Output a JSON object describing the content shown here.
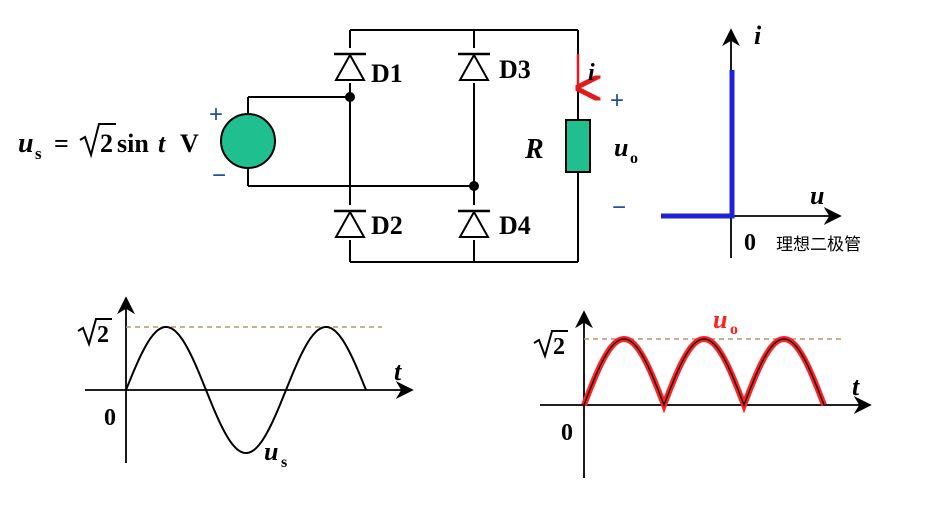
{
  "circuit": {
    "source_eq_lhs": "u",
    "source_eq_sub": "s",
    "source_eq_rhs_a": "=",
    "source_eq_sqrt": "2",
    "source_eq_rhs_b": "sin",
    "source_eq_var": "t",
    "source_eq_unit": "V",
    "source_plus": "+",
    "source_minus": "−",
    "diodes": [
      "D1",
      "D3",
      "D2",
      "D4"
    ],
    "resistor_label": "R",
    "current_label": "i",
    "output_label": "u",
    "output_sub": "o",
    "output_plus": "+",
    "output_minus": "−",
    "colors": {
      "source_fill": "#1fbf8f",
      "resistor_fill": "#1fbf8f",
      "arrow": "#e31a1c",
      "accent_text": "#1f4e9a"
    }
  },
  "iv_plot": {
    "y_label": "i",
    "x_label": "u",
    "origin": "0",
    "caption": "理想二极管",
    "line_color": "#1e22d6"
  },
  "input_plot": {
    "peak_label": "2",
    "origin": "0",
    "t_label": "t",
    "curve_label": "u",
    "curve_sub": "s"
  },
  "output_plot": {
    "peak_label": "2",
    "origin": "0",
    "t_label": "t",
    "curve_label": "u",
    "curve_sub": "o",
    "curve_color": "#ff2020"
  }
}
